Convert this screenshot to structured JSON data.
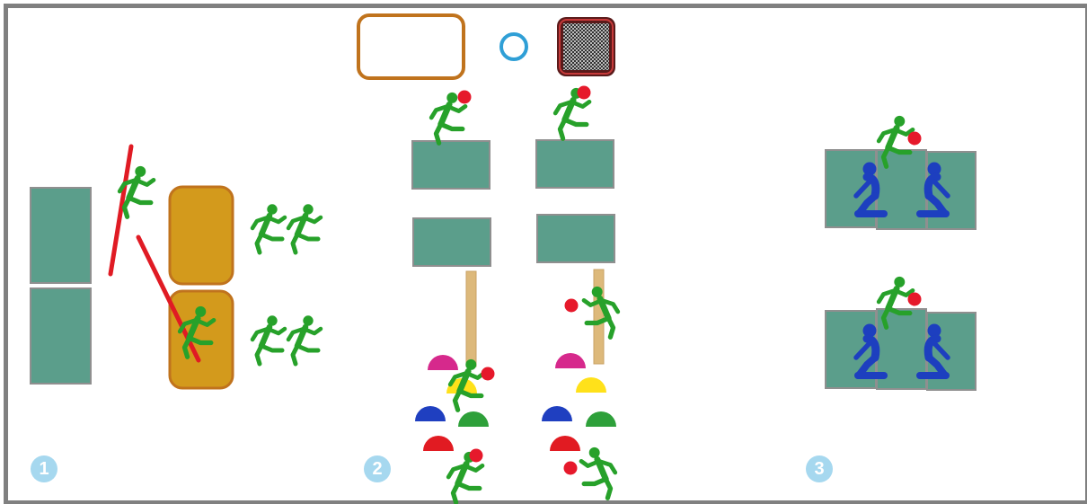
{
  "stations": [
    {
      "number": "1"
    },
    {
      "number": "2"
    },
    {
      "number": "3"
    }
  ],
  "colors": {
    "frame": "#808080",
    "mat": "#5b9e8b",
    "mat_border": "#8f8f8f",
    "orange_box": "#d39a1c",
    "orange_box_border": "#c0731d",
    "athlete_green": "#27a12a",
    "athlete_blue": "#1d3fbf",
    "ball_red": "#e6192b",
    "pole_red": "#e01b24",
    "beam": "#ddb97b",
    "hoop_blue": "#2f9fd6",
    "number_badge": "#a6d8ef",
    "dome_colors": [
      "#d6298c",
      "#ffe11a",
      "#1f3fc0",
      "#2ea03a",
      "#e11b22"
    ]
  },
  "icons": {
    "runner": "running-person-icon",
    "kneeling": "kneeling-person-icon",
    "ball": "ball-icon",
    "hoop": "hoop-icon",
    "trampoline": "trampoline-icon",
    "frame": "rectangle-frame-icon"
  }
}
